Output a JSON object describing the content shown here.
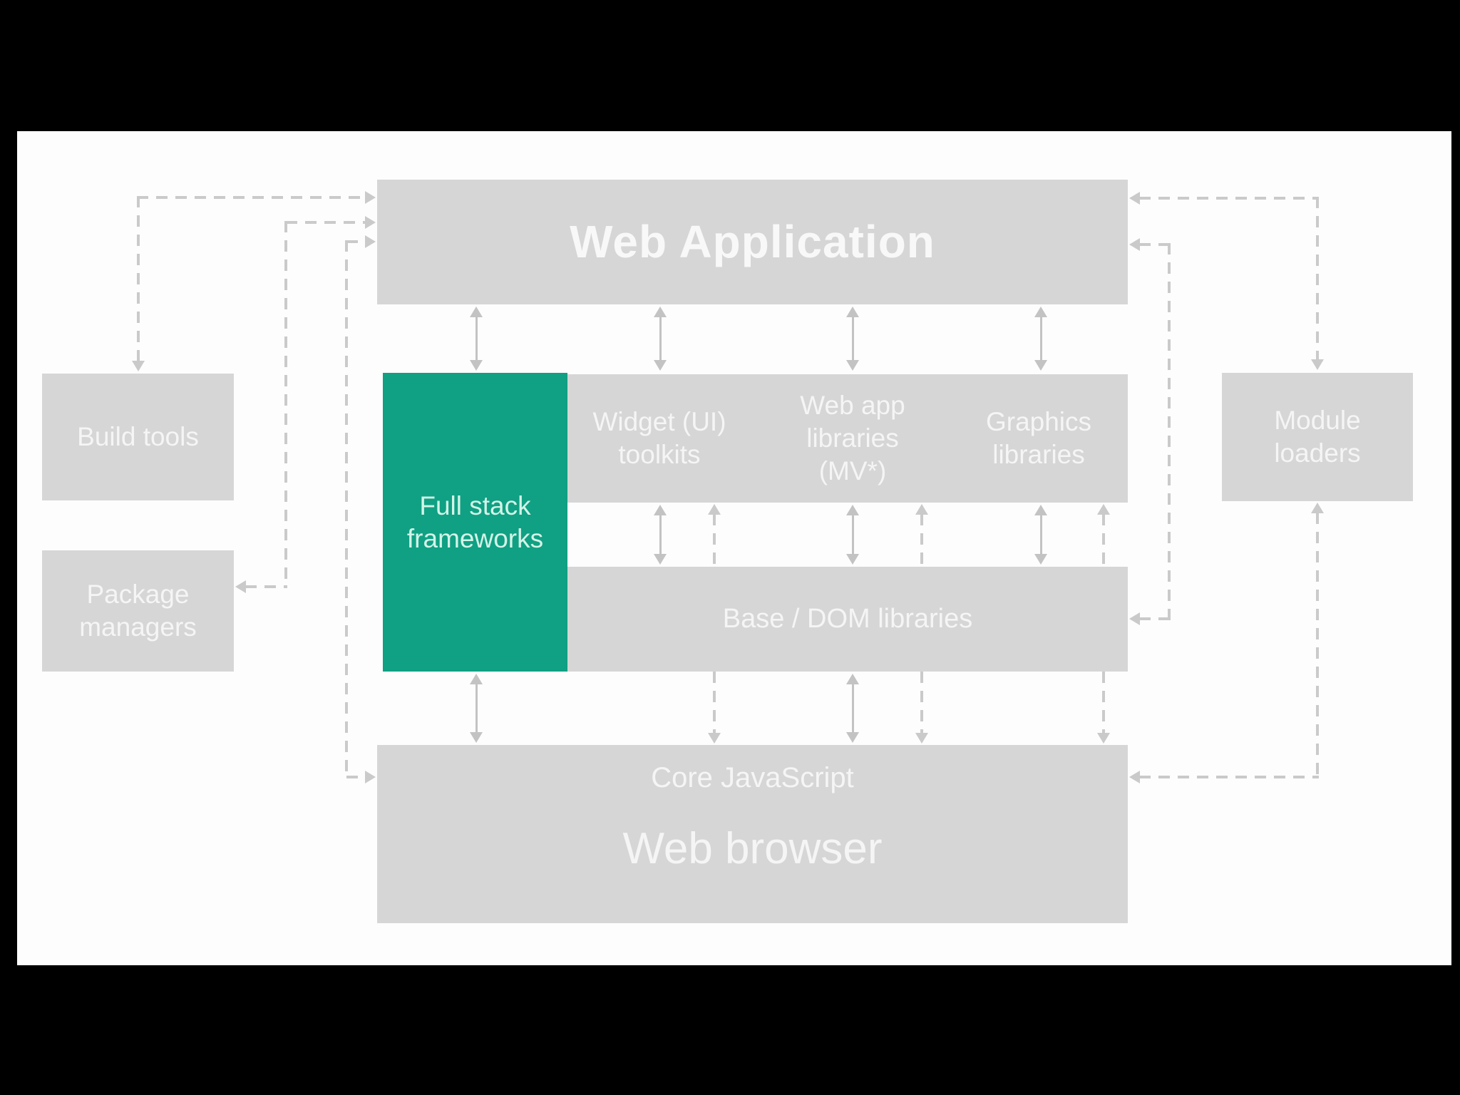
{
  "slide": {
    "boxes": {
      "web_application": {
        "label": "Web Application"
      },
      "build_tools": {
        "label": "Build tools"
      },
      "package_managers": {
        "lines": [
          "Package",
          "managers"
        ]
      },
      "full_stack_frameworks": {
        "lines": [
          "Full stack",
          "frameworks"
        ]
      },
      "widget_ui_toolkits": {
        "lines": [
          "Widget (UI)",
          "toolkits"
        ]
      },
      "web_app_libraries": {
        "lines": [
          "Web app",
          "libraries",
          "(MV*)"
        ]
      },
      "graphics_libraries": {
        "lines": [
          "Graphics",
          "libraries"
        ]
      },
      "module_loaders": {
        "lines": [
          "Module",
          "loaders"
        ]
      },
      "base_dom_libraries": {
        "label": "Base / DOM libraries"
      },
      "core_javascript": {
        "label": "Core JavaScript"
      },
      "web_browser": {
        "label": "Web browser"
      }
    },
    "colors": {
      "frame": "#000000",
      "background": "#fdfdfd",
      "box_fill": "#d6d6d6",
      "box_text": "#f5f5f5",
      "title_text": "#f8f8f8",
      "highlight_fill": "#10a083",
      "highlight_text": "#d3f4e8",
      "arrow_solid": "#c3c3c3",
      "arrow_dashed": "#cacaca"
    },
    "connections": [
      {
        "from": "Build tools",
        "to": "Web Application",
        "style": "dashed",
        "direction": "both"
      },
      {
        "from": "Package managers",
        "to": "Web Application",
        "style": "dashed",
        "direction": "both"
      },
      {
        "from": "Web Application",
        "to": "Core JavaScript",
        "style": "dashed",
        "direction": "both",
        "side": "left"
      },
      {
        "from": "Module loaders",
        "to": "Web Application",
        "style": "dashed",
        "direction": "both"
      },
      {
        "from": "Base / DOM libraries",
        "to": "Web Application",
        "style": "dashed",
        "direction": "both",
        "side": "right"
      },
      {
        "from": "Module loaders",
        "to": "Core JavaScript",
        "style": "dashed",
        "direction": "both"
      },
      {
        "from": "Web Application",
        "to": "Full stack frameworks",
        "style": "solid",
        "direction": "both"
      },
      {
        "from": "Web Application",
        "to": "Widget (UI) toolkits",
        "style": "solid",
        "direction": "both"
      },
      {
        "from": "Web Application",
        "to": "Web app libraries (MV*)",
        "style": "solid",
        "direction": "both"
      },
      {
        "from": "Web Application",
        "to": "Graphics libraries",
        "style": "solid",
        "direction": "both"
      },
      {
        "from": "Widget (UI) toolkits",
        "to": "Base / DOM libraries",
        "style": "solid",
        "direction": "both"
      },
      {
        "from": "Web app libraries (MV*)",
        "to": "Base / DOM libraries",
        "style": "solid",
        "direction": "both"
      },
      {
        "from": "Graphics libraries",
        "to": "Base / DOM libraries",
        "style": "solid",
        "direction": "both"
      },
      {
        "from": "Full stack frameworks",
        "to": "Core JavaScript",
        "style": "solid",
        "direction": "both"
      },
      {
        "from": "Base / DOM libraries",
        "to": "Core JavaScript",
        "style": "solid",
        "direction": "both"
      },
      {
        "from": "UI toolkit / library row",
        "to": "Core JavaScript",
        "style": "dashed-passthrough",
        "count": 3
      }
    ]
  }
}
